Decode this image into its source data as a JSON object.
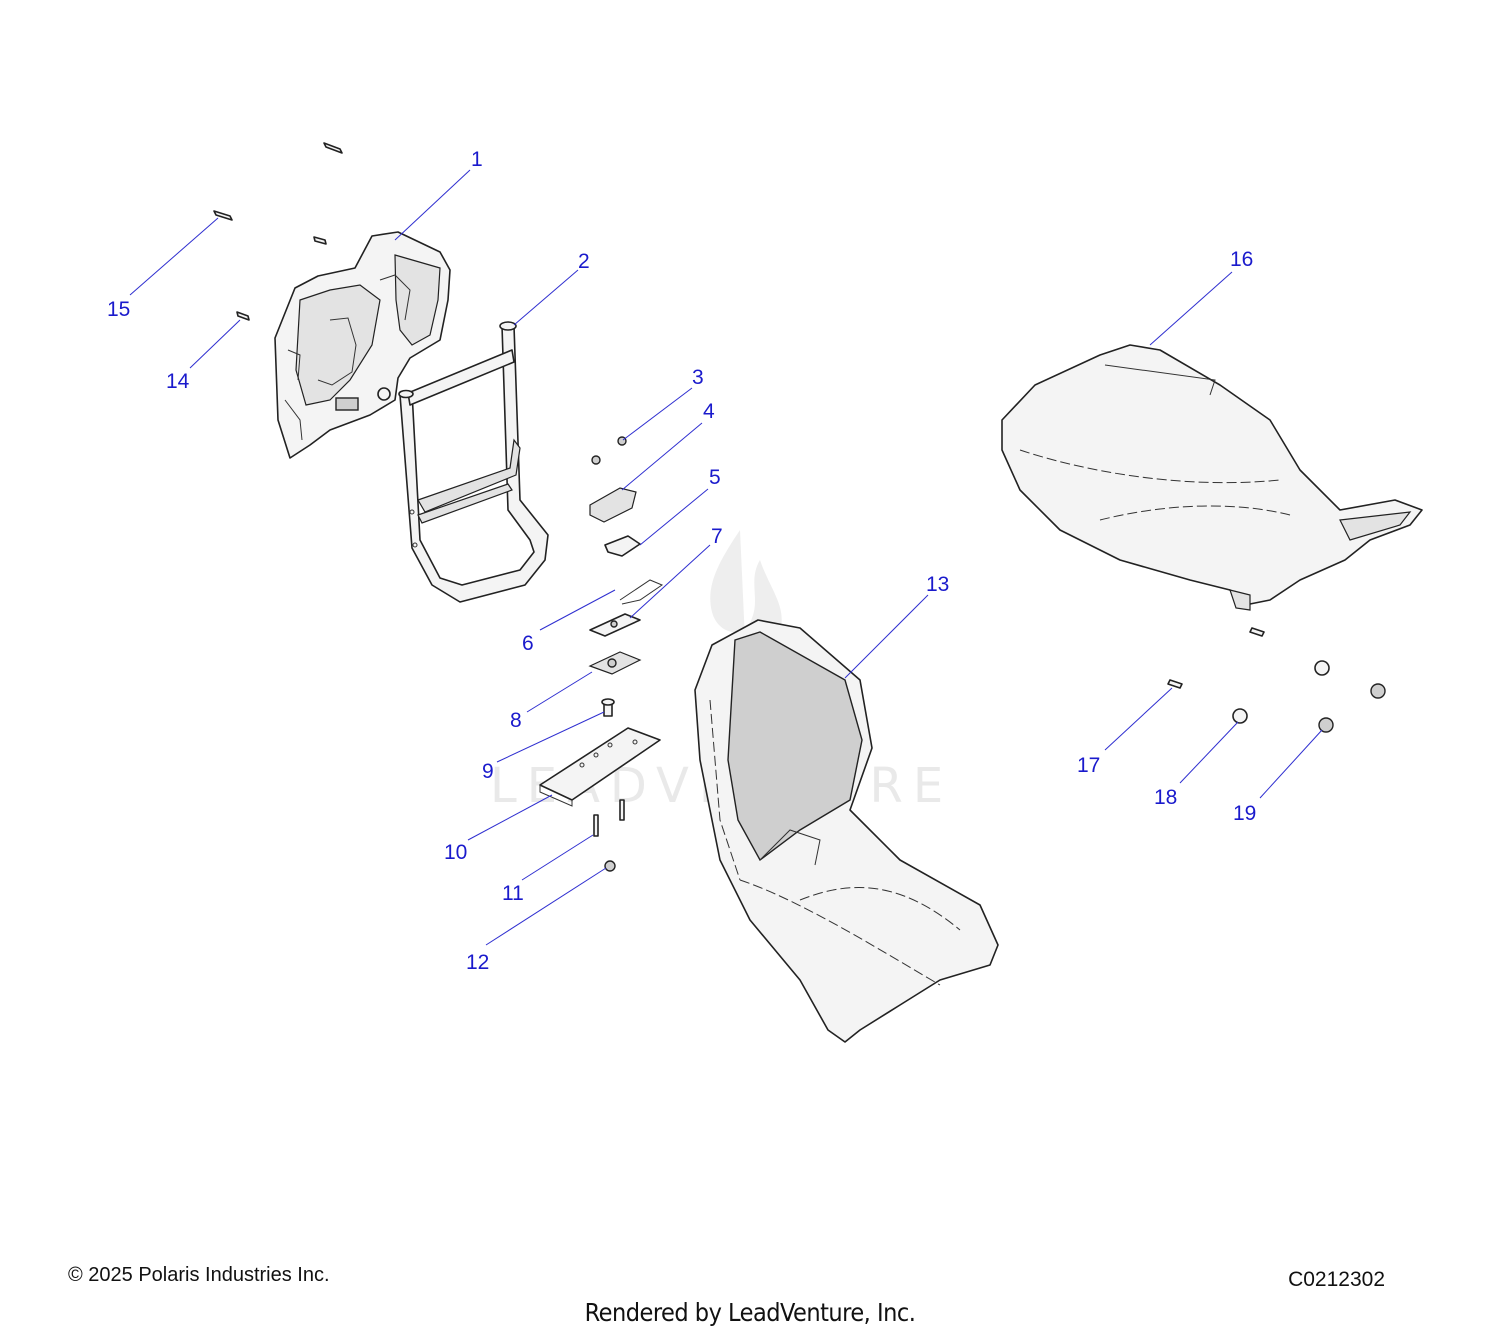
{
  "callouts": [
    {
      "id": "1",
      "label": "1"
    },
    {
      "id": "2",
      "label": "2"
    },
    {
      "id": "3",
      "label": "3"
    },
    {
      "id": "4",
      "label": "4"
    },
    {
      "id": "5",
      "label": "5"
    },
    {
      "id": "6",
      "label": "6"
    },
    {
      "id": "7",
      "label": "7"
    },
    {
      "id": "8",
      "label": "8"
    },
    {
      "id": "9",
      "label": "9"
    },
    {
      "id": "10",
      "label": "10"
    },
    {
      "id": "11",
      "label": "11"
    },
    {
      "id": "12",
      "label": "12"
    },
    {
      "id": "13",
      "label": "13"
    },
    {
      "id": "14",
      "label": "14"
    },
    {
      "id": "15",
      "label": "15"
    },
    {
      "id": "16",
      "label": "16"
    },
    {
      "id": "17",
      "label": "17"
    },
    {
      "id": "18",
      "label": "18"
    },
    {
      "id": "19",
      "label": "19"
    }
  ],
  "watermark": "LEADVENTURE",
  "footer": {
    "copyright": "© 2025 Polaris Industries Inc.",
    "diagram_code": "C0212302",
    "rendered_by": "Rendered by LeadVenture, Inc."
  },
  "colors": {
    "callout": "#1a1acc",
    "leader": "#2f2fd0",
    "watermark": "#e9e9e9"
  }
}
